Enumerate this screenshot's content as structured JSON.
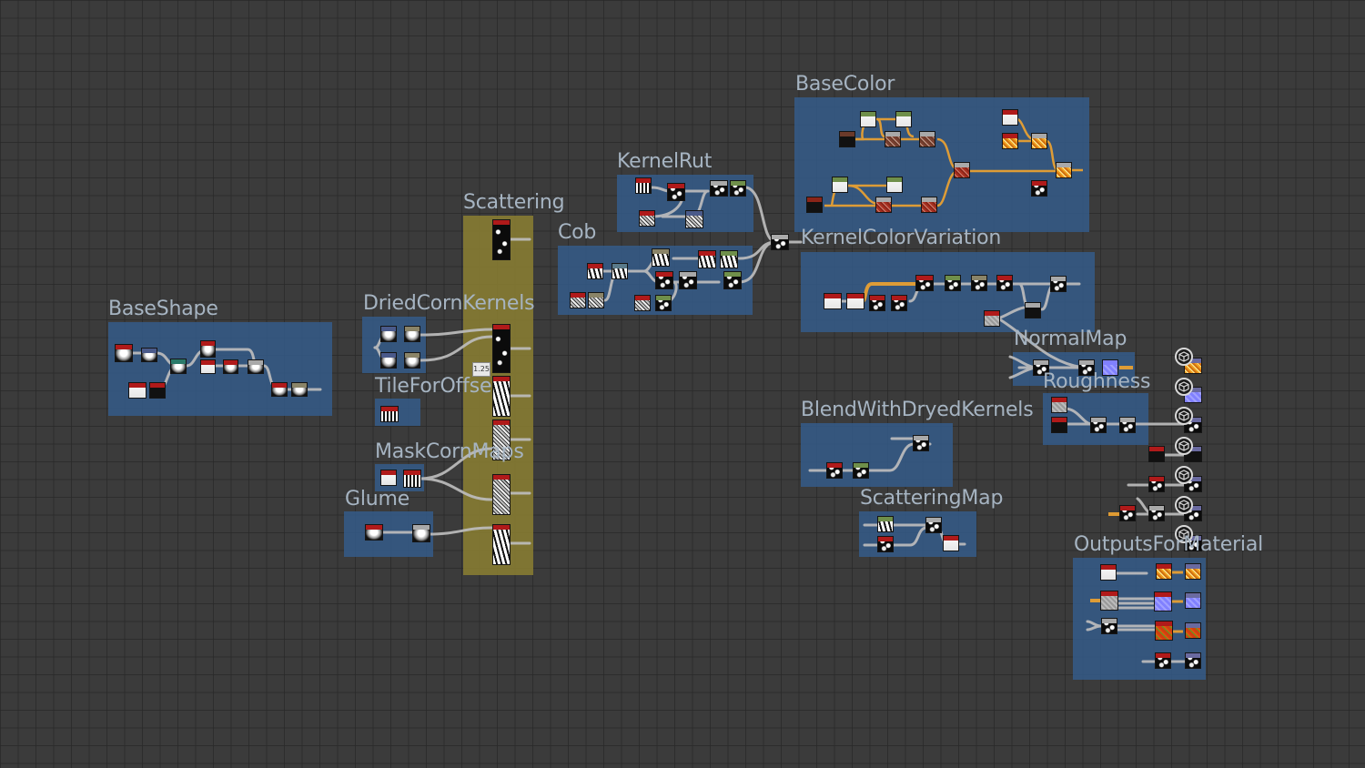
{
  "app": {
    "view": "Substance Designer graph view"
  },
  "frames": [
    {
      "id": "baseshape",
      "title": "BaseShape",
      "color": "blue"
    },
    {
      "id": "driedcornkernels",
      "title": "DriedCornKernels",
      "color": "blue"
    },
    {
      "id": "tileforoffse",
      "title": "TileForOffse",
      "color": "blue"
    },
    {
      "id": "maskcornmaps",
      "title": "MaskCornMaps",
      "color": "blue"
    },
    {
      "id": "glume",
      "title": "Glume",
      "color": "blue"
    },
    {
      "id": "scattering",
      "title": "Scattering",
      "color": "olive"
    },
    {
      "id": "kernelrut",
      "title": "KernelRut",
      "color": "blue"
    },
    {
      "id": "cob",
      "title": "Cob",
      "color": "blue"
    },
    {
      "id": "basecolor",
      "title": "BaseColor",
      "color": "blue"
    },
    {
      "id": "kernelcolorvariation",
      "title": "KernelColorVariation",
      "color": "blue"
    },
    {
      "id": "normalmap",
      "title": "NormalMap",
      "color": "blue"
    },
    {
      "id": "roughness",
      "title": "Roughness",
      "color": "blue"
    },
    {
      "id": "blendwithdryedkernels",
      "title": "BlendWithDryedKernels",
      "color": "blue"
    },
    {
      "id": "scatteringmap",
      "title": "ScatteringMap",
      "color": "blue"
    },
    {
      "id": "outputsformaterial",
      "title": "OutputsForMaterial",
      "color": "blue"
    }
  ],
  "value_badge": "1.25",
  "output_nodes": [
    {
      "name": "basecolor-output",
      "icon": "output-cube-icon"
    },
    {
      "name": "normal-output",
      "icon": "output-cube-icon"
    },
    {
      "name": "roughness-output",
      "icon": "output-cube-icon"
    },
    {
      "name": "metallic-output",
      "icon": "output-cube-icon"
    },
    {
      "name": "height-output",
      "icon": "output-cube-icon"
    },
    {
      "name": "ambient-occlusion-output",
      "icon": "output-cube-icon"
    },
    {
      "name": "scattering-output",
      "icon": "output-cube-icon"
    }
  ],
  "colors": {
    "background": "#3b3b3b",
    "frame_blue": "#345d8c",
    "frame_olive": "#8c8032",
    "node_header_red": "#b01a1a",
    "wire_gray": "#bdbdbd",
    "wire_orange": "#e8a033",
    "title_text": "#a6b4c2"
  }
}
